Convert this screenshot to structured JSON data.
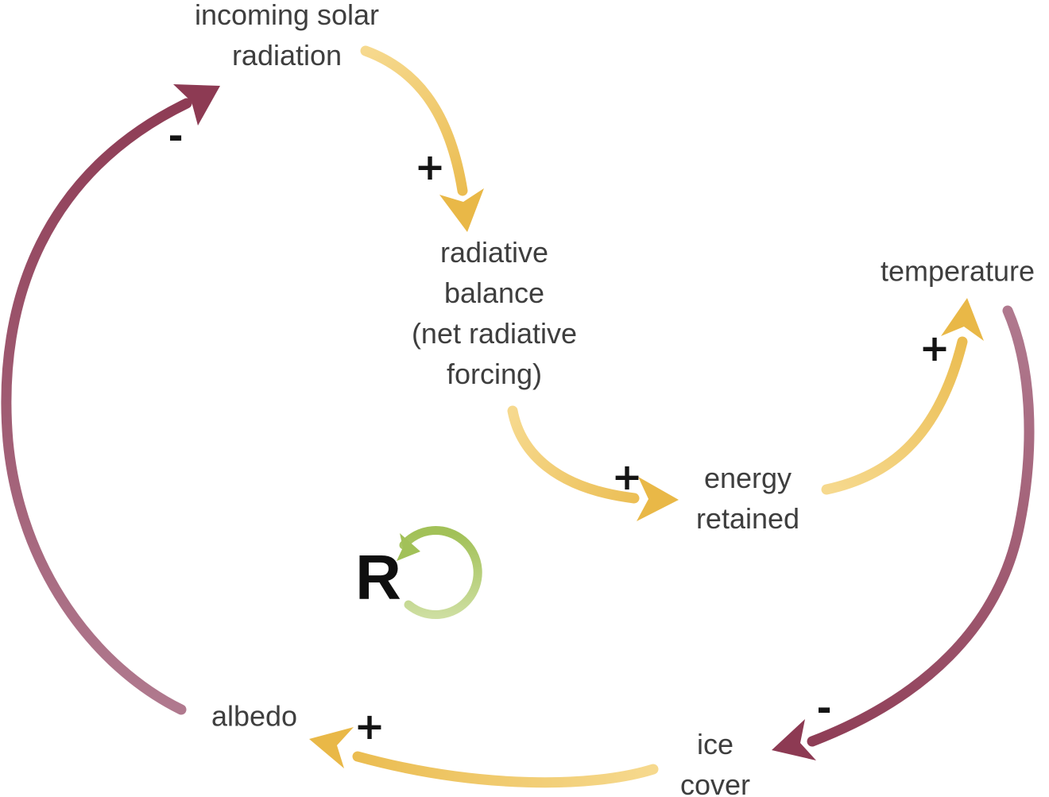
{
  "diagram_type": "causal-loop-diagram",
  "colors": {
    "background": "#ffffff",
    "text": "#3e3e3e",
    "sign": "#141414",
    "loop_letter": "#0f0f0f",
    "yellow_light": "#f6d98e",
    "yellow_deep": "#e9b847",
    "maroon_light": "#b0798e",
    "maroon_dark": "#8d3a53",
    "green": "#a2c158",
    "green_light": "#d0e0a5"
  },
  "nodes": {
    "incoming_solar_radiation": {
      "line1": "incoming solar",
      "line2": "radiation"
    },
    "radiative_balance": {
      "line1": "radiative",
      "line2": "balance",
      "line3": "(net radiative",
      "line4": "forcing)"
    },
    "energy_retained": {
      "line1": "energy",
      "line2": "retained"
    },
    "temperature": {
      "label": "temperature"
    },
    "ice_cover": {
      "line1": "ice",
      "line2": "cover"
    },
    "albedo": {
      "label": "albedo"
    }
  },
  "edges": {
    "solar_to_radiative": {
      "from": "incoming solar radiation",
      "to": "radiative balance (net radiative forcing)",
      "sign": "+",
      "color": "yellow"
    },
    "radiative_to_energy": {
      "from": "radiative balance (net radiative forcing)",
      "to": "energy retained",
      "sign": "+",
      "color": "yellow"
    },
    "energy_to_temperature": {
      "from": "energy retained",
      "to": "temperature",
      "sign": "+",
      "color": "yellow"
    },
    "temperature_to_ice": {
      "from": "temperature",
      "to": "ice cover",
      "sign": "-",
      "color": "maroon"
    },
    "ice_to_albedo": {
      "from": "ice cover",
      "to": "albedo",
      "sign": "+",
      "color": "yellow"
    },
    "albedo_to_solar": {
      "from": "albedo",
      "to": "incoming solar radiation",
      "sign": "-",
      "color": "maroon"
    }
  },
  "loop": {
    "label": "R",
    "marker": "circular-arrow-clockwise"
  }
}
